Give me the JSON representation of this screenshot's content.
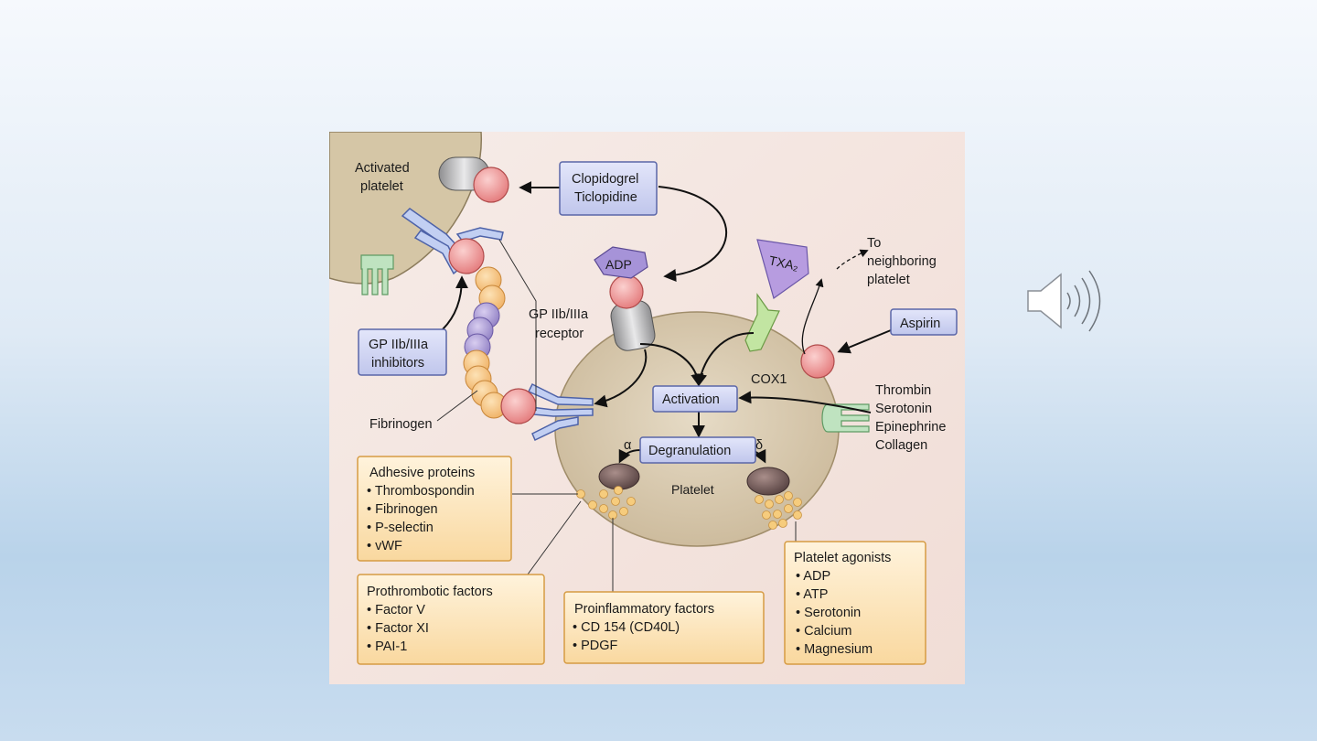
{
  "diagram": {
    "labels": {
      "activated_platelet": [
        "Activated",
        "platelet"
      ],
      "gp_receptor": [
        "GP IIb/IIIa",
        "receptor"
      ],
      "fibrinogen": "Fibrinogen",
      "adp": "ADP",
      "txa2": "TXA₂",
      "to_neighboring": [
        "To",
        "neighboring",
        "platelet"
      ],
      "cox1": "COX1",
      "platelet": "Platelet",
      "alpha": "α",
      "delta": "δ",
      "agonists": [
        "Thrombin",
        "Serotonin",
        "Epinephrine",
        "Collagen"
      ]
    },
    "boxes": {
      "clopidogrel": [
        "Clopidogrel",
        "Ticlopidine"
      ],
      "gp_inhibitors": [
        "GP IIb/IIIa",
        "inhibitors"
      ],
      "aspirin": "Aspirin",
      "activation": "Activation",
      "degranulation": "Degranulation"
    },
    "info_boxes": {
      "adhesive": {
        "title": "Adhesive proteins",
        "items": [
          "• Thrombospondin",
          "• Fibrinogen",
          "• P-selectin",
          "• vWF"
        ]
      },
      "prothrombotic": {
        "title": "Prothrombotic factors",
        "items": [
          "• Factor V",
          "• Factor XI",
          "• PAI-1"
        ]
      },
      "proinflammatory": {
        "title": "Proinflammatory factors",
        "items": [
          "• CD 154 (CD40L)",
          "• PDGF"
        ]
      },
      "agonists": {
        "title": "Platelet agonists",
        "items": [
          "• ADP",
          "• ATP",
          "• Serotonin",
          "• Calcium",
          "• Magnesium"
        ]
      }
    }
  },
  "colors": {
    "background_panel": "#f3e3dd",
    "platelet_fill": "#d9cbb0",
    "drug_box": "#cfd3f0",
    "info_box": "#fbdfae",
    "receptor_circle": "#f0a3a3"
  },
  "icons": {
    "audio": "speaker-icon"
  }
}
